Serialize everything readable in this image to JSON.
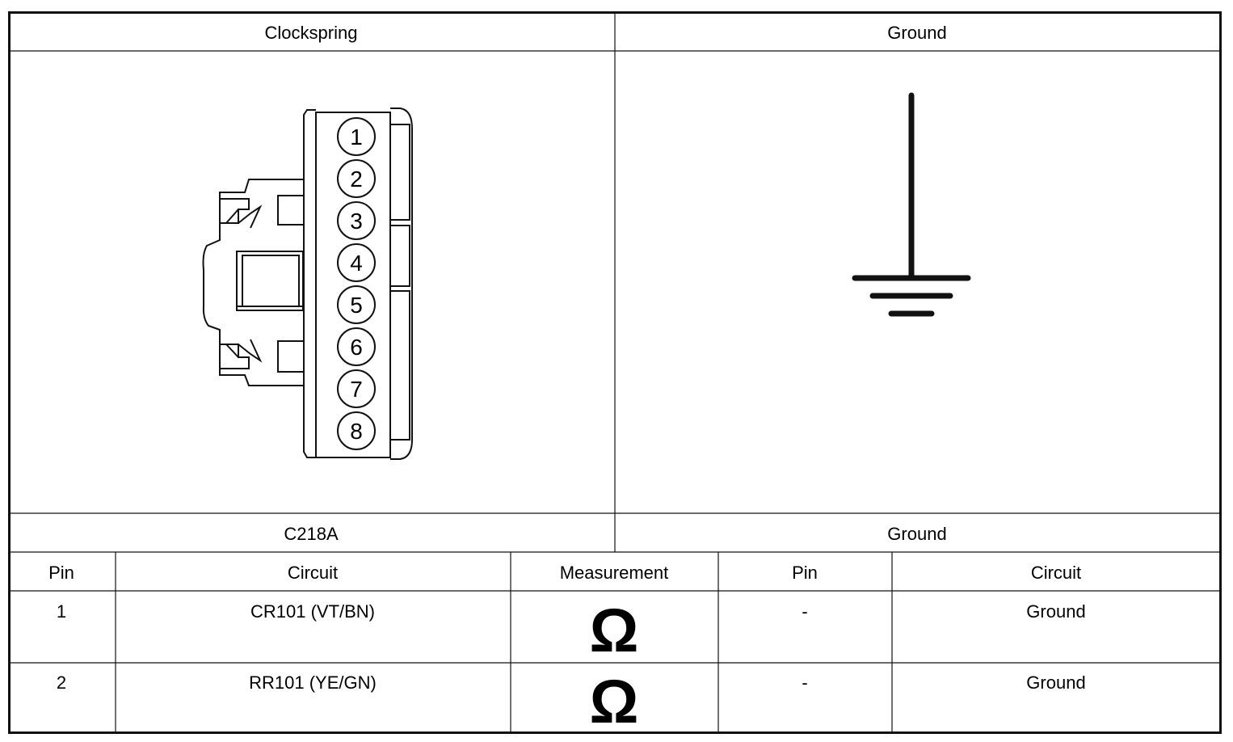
{
  "header": {
    "left_title": "Clockspring",
    "right_title": "Ground"
  },
  "connector": {
    "pins": [
      "1",
      "2",
      "3",
      "4",
      "5",
      "6",
      "7",
      "8"
    ]
  },
  "footer": {
    "left_label": "C218A",
    "right_label": "Ground"
  },
  "table": {
    "headers": [
      "Pin",
      "Circuit",
      "Measurement",
      "Pin",
      "Circuit"
    ],
    "rows": [
      {
        "pin_a": "1",
        "circuit_a": "CR101 (VT/BN)",
        "measurement": "Ω",
        "pin_b": "-",
        "circuit_b": "Ground"
      },
      {
        "pin_a": "2",
        "circuit_a": "RR101 (YE/GN)",
        "measurement": "Ω",
        "pin_b": "-",
        "circuit_b": "Ground"
      }
    ]
  },
  "colors": {
    "line": "#111111",
    "background": "#ffffff"
  }
}
